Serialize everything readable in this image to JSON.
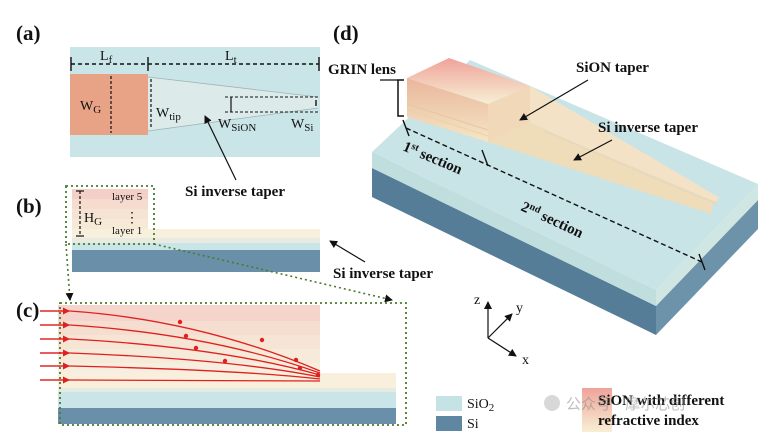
{
  "panels": {
    "a": "(a)",
    "b": "(b)",
    "c": "(c)",
    "d": "(d)"
  },
  "panel_a": {
    "lf": "L",
    "lf_sub": "f",
    "lt": "L",
    "lt_sub": "t",
    "wg": "W",
    "wg_sub": "G",
    "wtip": "W",
    "wtip_sub": "tip",
    "wsion": "W",
    "wsion_sub": "SiON",
    "wsi": "W",
    "wsi_sub": "Si",
    "callout": "Si inverse taper"
  },
  "panel_b": {
    "layer_top": "layer 5",
    "layer_bottom": "layer 1",
    "dots": "⋮",
    "hg": "H",
    "hg_sub": "G",
    "callout": "Si inverse taper"
  },
  "panel_d": {
    "grin": "GRIN lens",
    "sion_taper": "SiON taper",
    "si_taper": "Si inverse taper",
    "sec1_num": "1",
    "sec1_sup": "st",
    "sec1_text": " section",
    "sec2_num": "2",
    "sec2_sup": "nd",
    "sec2_text": " section"
  },
  "axes": {
    "z": "z",
    "y": "y",
    "x": "x"
  },
  "legend": {
    "sio2": "SiO",
    "sio2_sub": "2",
    "si": "Si",
    "sion_line1": "SiON with different",
    "sion_line2": "refractive index"
  },
  "colors": {
    "sio2": "#c5e3e5",
    "si": "#5f87a2",
    "lens_top": "#efa39a",
    "lens_bottom": "#f7efd4",
    "sion": "#f6e7cf",
    "ray": "#e0201f",
    "guide": "#4c7a2e"
  },
  "watermark": "公众号 · 摩尔芯创"
}
